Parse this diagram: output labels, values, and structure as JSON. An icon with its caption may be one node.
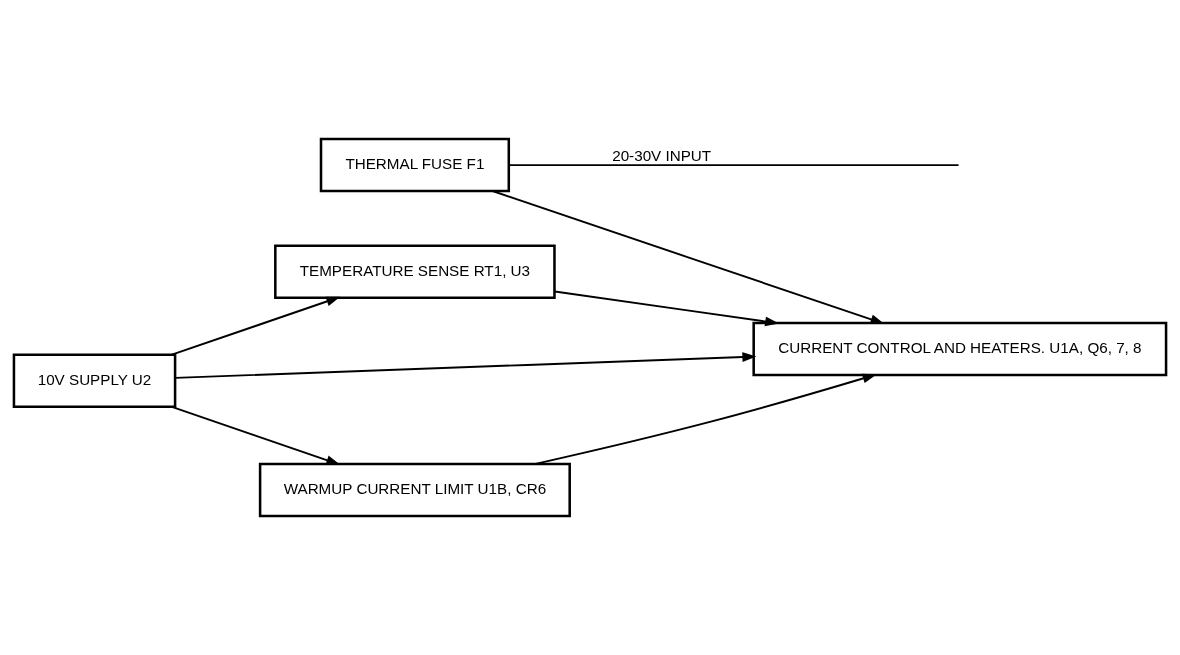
{
  "diagram": {
    "nodes": [
      {
        "text": [
          "THERMAL FUSE F1"
        ]
      },
      {
        "text": [
          "10V SUPPLY U2"
        ]
      },
      {
        "text": [
          "TEMPERATURE SENSE RT1, U3"
        ]
      },
      {
        "text": [
          "CURRENT CONTROL AND HEATERS. U1A, Q6, 7, 8"
        ]
      },
      {
        "text": [
          "WARMUP CURRENT LIMIT U1B, CR6"
        ]
      }
    ],
    "edges": [
      {
        "from": null,
        "to": 0,
        "arrow": "none",
        "label": "20-30V INPUT"
      },
      {
        "from": 0,
        "to": 3,
        "arrow": "to"
      },
      {
        "from": 1,
        "to": 3,
        "arrow": "to"
      },
      {
        "from": 1,
        "to": 2,
        "arrow": "to"
      },
      {
        "from": 1,
        "to": 4,
        "arrow": "to"
      },
      {
        "from": 2,
        "to": 3,
        "arrow": "to"
      },
      {
        "from": 4,
        "to": 3,
        "arrow": "to"
      }
    ]
  }
}
